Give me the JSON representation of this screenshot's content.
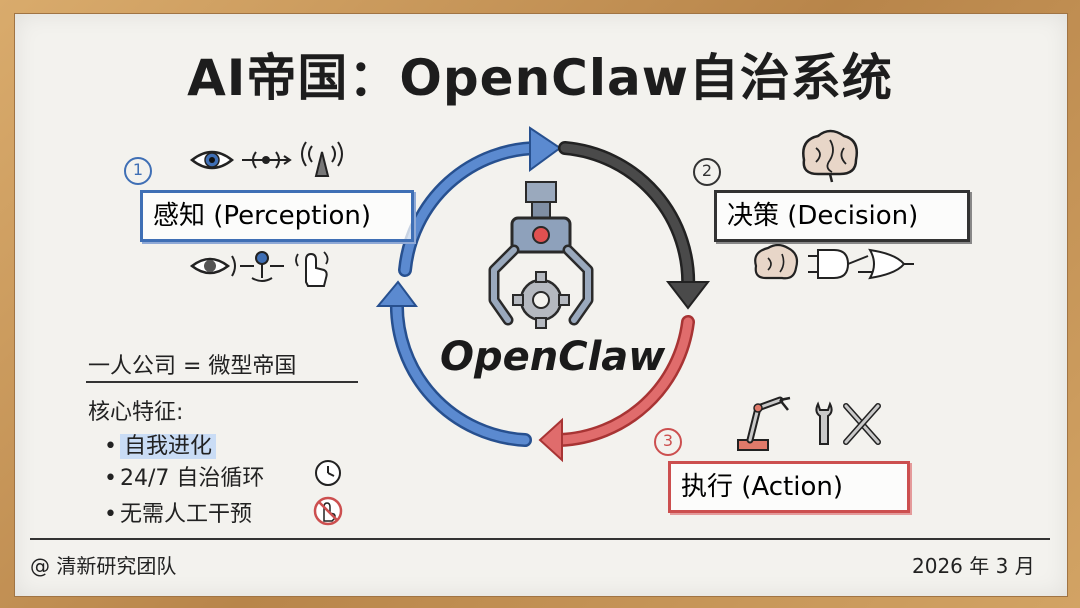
{
  "title": "AI帝国：OpenClaw自治系统",
  "cycle": {
    "center_label": "OpenClaw",
    "center_icon": "robot-claw-gear-icon",
    "stages": [
      {
        "number": "1",
        "label": "感知 (Perception)",
        "color": "#3f6fb5",
        "icons": [
          "eye-icon",
          "signal-arrow-icon",
          "antenna-icon",
          "eye-scan-icon",
          "joystick-icon",
          "touch-hand-icon"
        ]
      },
      {
        "number": "2",
        "label": "决策 (Decision)",
        "color": "#333333",
        "icons": [
          "brain-icon",
          "brain-icon",
          "logic-gates-icon"
        ]
      },
      {
        "number": "3",
        "label": "执行 (Action)",
        "color": "#cc4f4f",
        "icons": [
          "robot-arm-icon",
          "wrench-icon",
          "crossed-tools-icon"
        ]
      }
    ]
  },
  "features": {
    "title": "一人公司 = 微型帝国",
    "subtitle": "核心特征:",
    "items": [
      {
        "label": "自我进化",
        "highlight": "#c9dcf5"
      },
      {
        "label": "24/7 自治循环",
        "icon": "clock-icon"
      },
      {
        "label": "无需人工干预",
        "icon": "no-hand-icon"
      }
    ]
  },
  "footer": {
    "left": "@ 清新研究团队",
    "right": "2026 年 3 月"
  }
}
